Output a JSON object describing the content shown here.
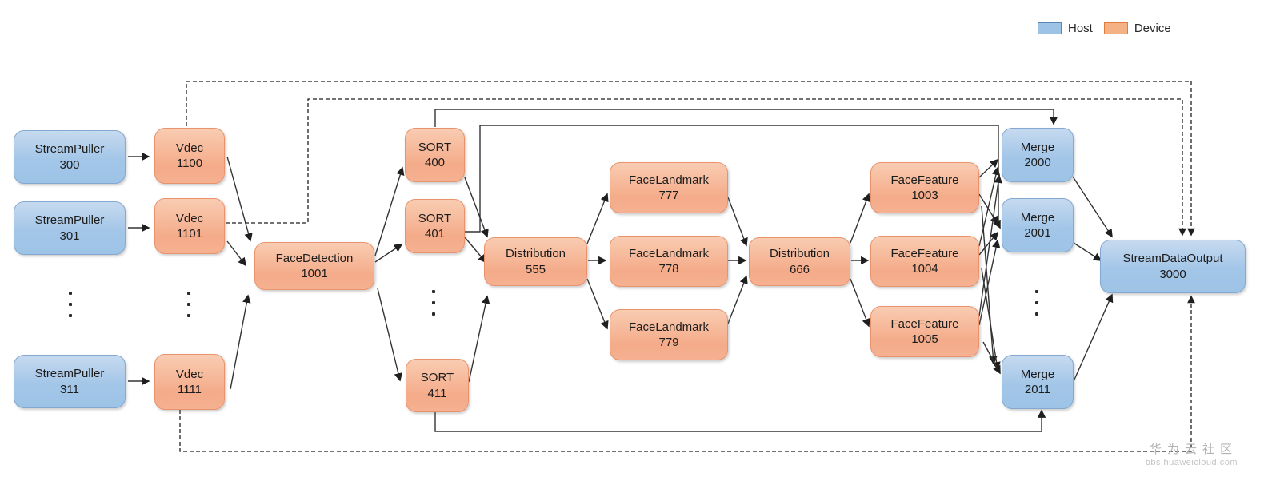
{
  "legend": {
    "host_label": "Host",
    "device_label": "Device"
  },
  "colors": {
    "host_fill": "#9DC3E6",
    "host_border": "#84A8D0",
    "device_fill": "#F4B183",
    "device_border": "#E8936C",
    "edge": "#333333"
  },
  "icons": {
    "vertical_ellipsis": "⋮",
    "arrowhead": "▶"
  },
  "nodes": {
    "sp300": {
      "label": "StreamPuller",
      "id": "300"
    },
    "sp301": {
      "label": "StreamPuller",
      "id": "301"
    },
    "sp311": {
      "label": "StreamPuller",
      "id": "311"
    },
    "vdec1100": {
      "label": "Vdec",
      "id": "1100"
    },
    "vdec1101": {
      "label": "Vdec",
      "id": "1101"
    },
    "vdec1111": {
      "label": "Vdec",
      "id": "1111"
    },
    "fd1001": {
      "label": "FaceDetection",
      "id": "1001"
    },
    "sort400": {
      "label": "SORT",
      "id": "400"
    },
    "sort401": {
      "label": "SORT",
      "id": "401"
    },
    "sort411": {
      "label": "SORT",
      "id": "411"
    },
    "dist555": {
      "label": "Distribution",
      "id": "555"
    },
    "fl777": {
      "label": "FaceLandmark",
      "id": "777"
    },
    "fl778": {
      "label": "FaceLandmark",
      "id": "778"
    },
    "fl779": {
      "label": "FaceLandmark",
      "id": "779"
    },
    "dist666": {
      "label": "Distribution",
      "id": "666"
    },
    "ff1003": {
      "label": "FaceFeature",
      "id": "1003"
    },
    "ff1004": {
      "label": "FaceFeature",
      "id": "1004"
    },
    "ff1005": {
      "label": "FaceFeature",
      "id": "1005"
    },
    "merge2000": {
      "label": "Merge",
      "id": "2000"
    },
    "merge2001": {
      "label": "Merge",
      "id": "2001"
    },
    "merge2011": {
      "label": "Merge",
      "id": "2011"
    },
    "sdo3000": {
      "label": "StreamDataOutput",
      "id": "3000"
    }
  },
  "edges": [
    {
      "from": "sp300",
      "to": "vdec1100",
      "style": "solid"
    },
    {
      "from": "sp301",
      "to": "vdec1101",
      "style": "solid"
    },
    {
      "from": "sp311",
      "to": "vdec1111",
      "style": "solid"
    },
    {
      "from": "vdec1100",
      "to": "fd1001",
      "style": "solid"
    },
    {
      "from": "vdec1101",
      "to": "fd1001",
      "style": "solid"
    },
    {
      "from": "vdec1111",
      "to": "fd1001",
      "style": "solid"
    },
    {
      "from": "fd1001",
      "to": "sort400",
      "style": "solid"
    },
    {
      "from": "fd1001",
      "to": "sort401",
      "style": "solid"
    },
    {
      "from": "fd1001",
      "to": "sort411",
      "style": "solid"
    },
    {
      "from": "sort400",
      "to": "dist555",
      "style": "solid"
    },
    {
      "from": "sort401",
      "to": "dist555",
      "style": "solid"
    },
    {
      "from": "sort411",
      "to": "dist555",
      "style": "solid"
    },
    {
      "from": "dist555",
      "to": "fl777",
      "style": "solid"
    },
    {
      "from": "dist555",
      "to": "fl778",
      "style": "solid"
    },
    {
      "from": "dist555",
      "to": "fl779",
      "style": "solid"
    },
    {
      "from": "fl777",
      "to": "dist666",
      "style": "solid"
    },
    {
      "from": "fl778",
      "to": "dist666",
      "style": "solid"
    },
    {
      "from": "fl779",
      "to": "dist666",
      "style": "solid"
    },
    {
      "from": "dist666",
      "to": "ff1003",
      "style": "solid"
    },
    {
      "from": "dist666",
      "to": "ff1004",
      "style": "solid"
    },
    {
      "from": "dist666",
      "to": "ff1005",
      "style": "solid"
    },
    {
      "from": "ff1003",
      "to": "merge2000",
      "style": "solid"
    },
    {
      "from": "ff1003",
      "to": "merge2001",
      "style": "solid"
    },
    {
      "from": "ff1003",
      "to": "merge2011",
      "style": "solid"
    },
    {
      "from": "ff1004",
      "to": "merge2000",
      "style": "solid"
    },
    {
      "from": "ff1004",
      "to": "merge2001",
      "style": "solid"
    },
    {
      "from": "ff1004",
      "to": "merge2011",
      "style": "solid"
    },
    {
      "from": "ff1005",
      "to": "merge2000",
      "style": "solid"
    },
    {
      "from": "ff1005",
      "to": "merge2001",
      "style": "solid"
    },
    {
      "from": "ff1005",
      "to": "merge2011",
      "style": "solid"
    },
    {
      "from": "sort400",
      "to": "merge2000",
      "style": "solid-loop-top"
    },
    {
      "from": "sort401",
      "to": "merge2001",
      "style": "solid-loop-top"
    },
    {
      "from": "sort411",
      "to": "merge2011",
      "style": "solid-loop-bottom"
    },
    {
      "from": "merge2000",
      "to": "sdo3000",
      "style": "solid"
    },
    {
      "from": "merge2001",
      "to": "sdo3000",
      "style": "solid"
    },
    {
      "from": "merge2011",
      "to": "sdo3000",
      "style": "solid"
    },
    {
      "from": "vdec1100",
      "to": "sdo3000",
      "style": "dashed-loop-top"
    },
    {
      "from": "vdec1101",
      "to": "sdo3000",
      "style": "dashed-loop-top"
    },
    {
      "from": "vdec1111",
      "to": "sdo3000",
      "style": "dashed-loop-bottom"
    }
  ],
  "watermark": {
    "community": "华为云社区",
    "url": "bbs.huaweicloud.com"
  }
}
